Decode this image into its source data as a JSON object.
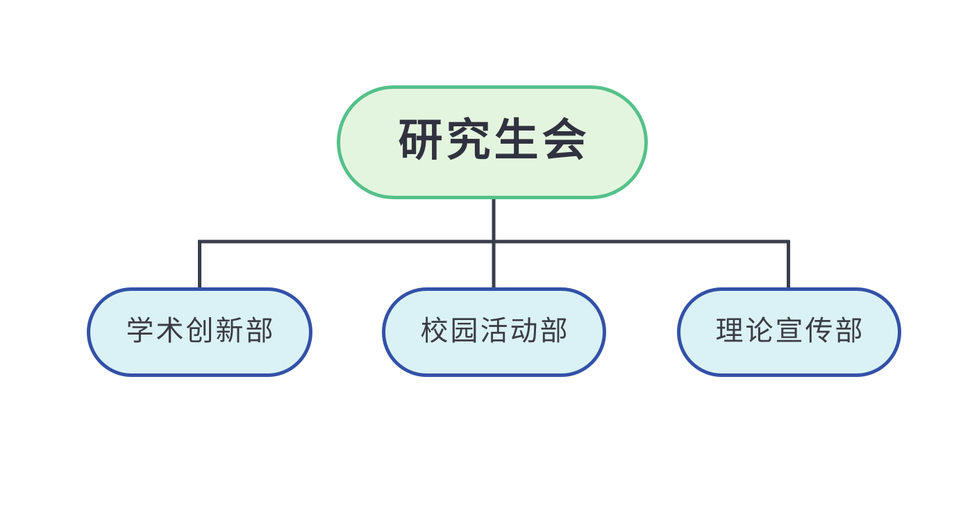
{
  "diagram": {
    "type": "org-chart",
    "root": {
      "label": "研究生会"
    },
    "departments": [
      {
        "label": "学术创新部"
      },
      {
        "label": "校园活动部"
      },
      {
        "label": "理论宣传部"
      }
    ],
    "colors": {
      "background": "#ffffff",
      "root_fill": "#e4f5df",
      "root_border": "#54c189",
      "root_text": "#30323f",
      "department_fill": "#daf2f5",
      "department_border": "#3351a7",
      "department_text": "#3c3c44",
      "connector_line": "#3a3d4b"
    }
  }
}
